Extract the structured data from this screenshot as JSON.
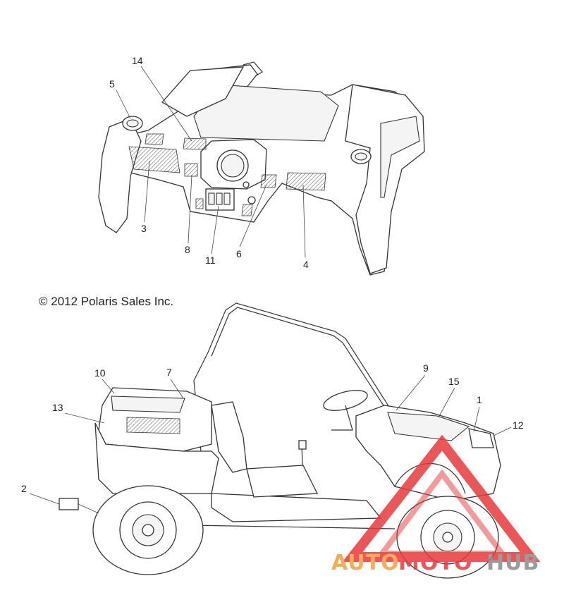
{
  "copyright": "© 2012 Polaris Sales Inc.",
  "callouts": {
    "c1": "1",
    "c2": "2",
    "c3": "3",
    "c4": "4",
    "c5": "5",
    "c6": "6",
    "c7": "7",
    "c8": "8",
    "c9": "9",
    "c10": "10",
    "c11": "11",
    "c12": "12",
    "c13": "13",
    "c14": "14",
    "c15": "15"
  },
  "watermark": {
    "text_auto": "AUTO",
    "text_moto": "MOTO",
    "text_hub": "HUB",
    "color_orange": "#f4a13a",
    "color_red": "#e8393b",
    "color_gray": "#8a8a8a"
  }
}
